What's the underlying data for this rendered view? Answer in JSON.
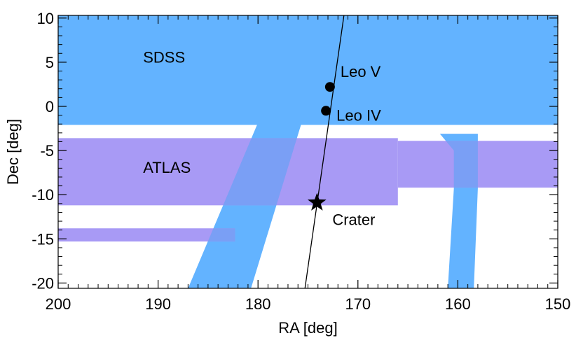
{
  "chart_data": {
    "type": "scatter",
    "xlabel": "RA [deg]",
    "ylabel": "Dec [deg]",
    "xlim": [
      200,
      150
    ],
    "ylim": [
      -20.6,
      10.3
    ],
    "x_ticks": [
      200,
      190,
      180,
      170,
      160,
      150
    ],
    "y_ticks": [
      10,
      5,
      0,
      -5,
      -10,
      -15,
      -20
    ],
    "x_tick_labels": [
      "200",
      "190",
      "180",
      "170",
      "160",
      "150"
    ],
    "y_tick_labels": [
      "10",
      "5",
      "0",
      "-5",
      "-10",
      "-15",
      "-20"
    ],
    "grid": false,
    "regions": [
      {
        "name": "SDSS",
        "label": "SDSS",
        "label_pos": [
          191.5,
          5.6
        ],
        "color": "#63b3ff",
        "polygons": [
          [
            [
              200,
              10.3
            ],
            [
              150,
              10.3
            ],
            [
              150,
              -2.1
            ],
            [
              200,
              -2.1
            ]
          ],
          [
            [
              180.1,
              -2.1
            ],
            [
              175.7,
              -2.1
            ],
            [
              180.7,
              -20.6
            ],
            [
              187.0,
              -20.6
            ]
          ],
          [
            [
              161.8,
              -3.1
            ],
            [
              158.0,
              -3.1
            ],
            [
              158.0,
              -9.3
            ],
            [
              158.4,
              -20.6
            ],
            [
              161.0,
              -20.6
            ],
            [
              160.4,
              -9.3
            ],
            [
              160.4,
              -5.0
            ]
          ]
        ]
      },
      {
        "name": "ATLAS",
        "label": "ATLAS",
        "label_pos": [
          191.5,
          -6.9
        ],
        "color": "#a89af5",
        "polygons": [
          [
            [
              200,
              -3.6
            ],
            [
              166.0,
              -3.6
            ],
            [
              166.0,
              -11.2
            ],
            [
              200,
              -11.2
            ]
          ],
          [
            [
              166.0,
              -3.9
            ],
            [
              150,
              -3.9
            ],
            [
              150,
              -9.2
            ],
            [
              166.0,
              -9.2
            ]
          ],
          [
            [
              200,
              -13.8
            ],
            [
              182.3,
              -13.8
            ],
            [
              182.3,
              -15.3
            ],
            [
              200,
              -15.3
            ]
          ]
        ]
      }
    ],
    "overlap_color": "#7a9ff5",
    "line": {
      "name": "",
      "x": [
        175.3,
        171.4
      ],
      "y": [
        -20.6,
        10.3
      ],
      "color": "#000000"
    },
    "points": [
      {
        "name": "Leo V",
        "label": "Leo V",
        "x": 172.8,
        "y": 2.2,
        "marker": "circle"
      },
      {
        "name": "Leo IV",
        "label": "Leo IV",
        "x": 173.2,
        "y": -0.5,
        "marker": "circle"
      },
      {
        "name": "Crater",
        "label": "Crater",
        "x": 174.1,
        "y": -10.9,
        "marker": "star"
      }
    ]
  }
}
